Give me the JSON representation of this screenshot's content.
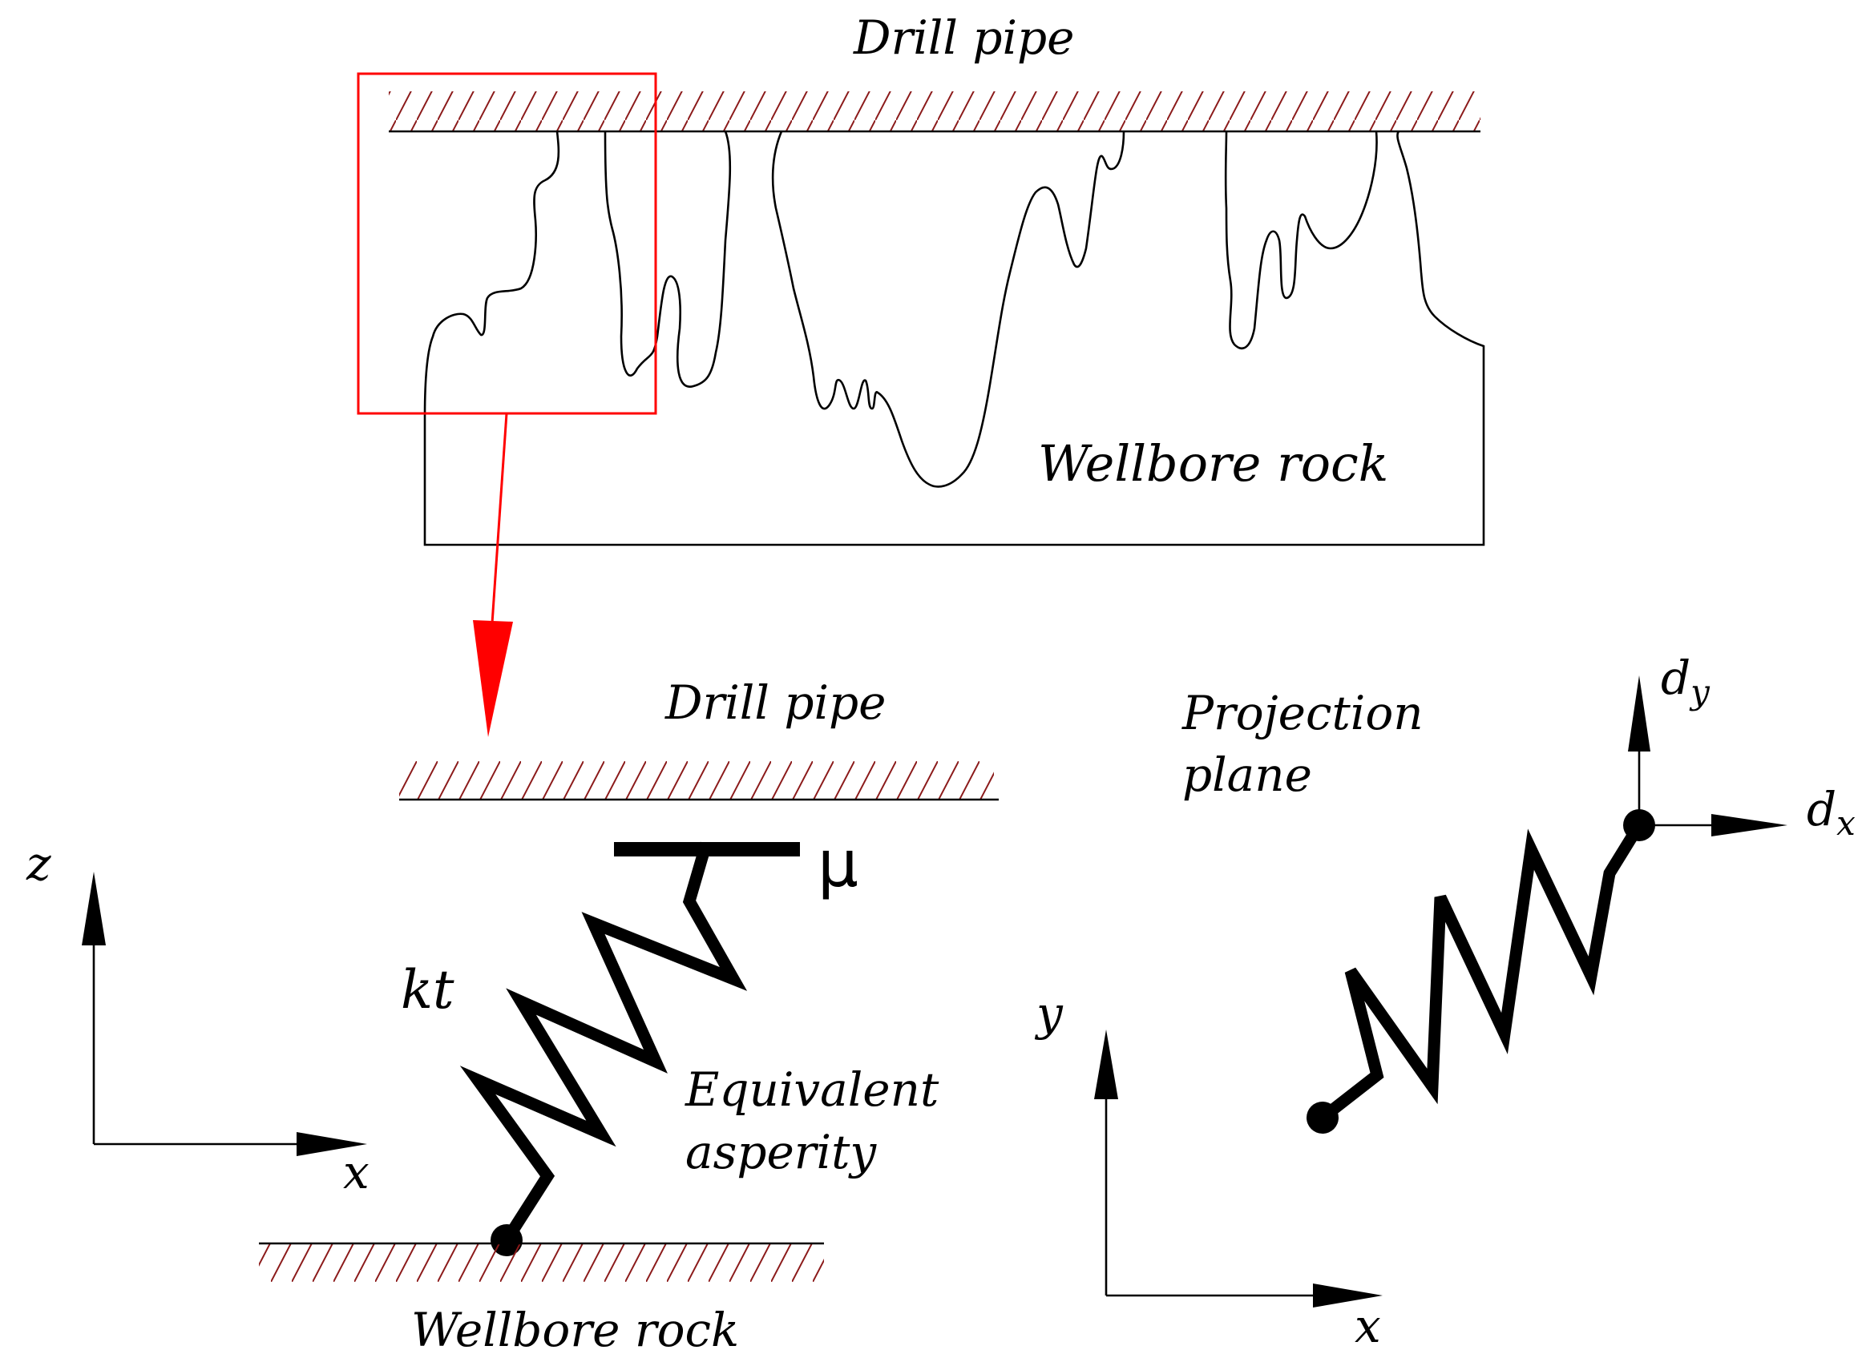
{
  "labels": {
    "top_drill_pipe": "Drill pipe",
    "top_wellbore_rock": "Wellbore rock",
    "mid_drill_pipe": "Drill pipe",
    "projection_plane_line1": "Projection",
    "projection_plane_line2": "plane",
    "mu": "μ",
    "kt": "kt",
    "equivalent_line1": "Equivalent",
    "equivalent_line2": "asperity",
    "bottom_wellbore_rock": "Wellbore rock",
    "axis_z": "z",
    "axis_x_left": "x",
    "axis_y": "y",
    "axis_x_right": "x",
    "dy_main": "d",
    "dy_sub": "y",
    "dx_main": "d",
    "dx_sub": "x"
  },
  "colors": {
    "hatch": "#8b1a1a",
    "zoom_box": "#ff0000",
    "line": "#000000"
  }
}
